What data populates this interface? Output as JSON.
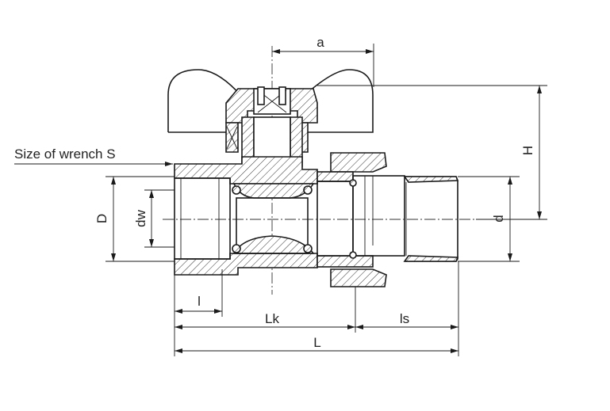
{
  "title": "Ball valve with butterfly handle and union – dimension drawing",
  "labels": {
    "a": "a",
    "H": "H",
    "wrench": "Size of wrench S",
    "D": "D",
    "dw": "dw",
    "d": "d",
    "l": "l",
    "Lk": "Lk",
    "ls": "ls",
    "L": "L"
  },
  "colors": {
    "line": "#1a1a1a",
    "background": "#ffffff"
  }
}
